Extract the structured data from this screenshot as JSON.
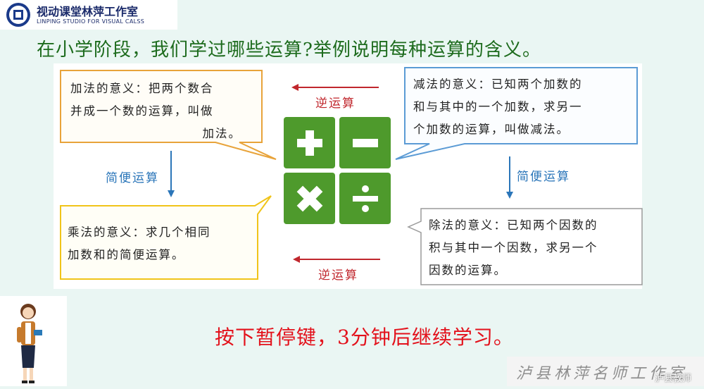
{
  "logo": {
    "title": "视动课堂林萍工作室",
    "subtitle": "LINPING STUDIO FOR VISUAL CALSS"
  },
  "question": "在小学阶段，我们学过哪些运算?举例说明每种运算的含义。",
  "boxes": {
    "addition": {
      "line1": "加法的意义：把两个数合",
      "line2": "并成一个数的运算，叫做",
      "line3": "加法。"
    },
    "subtraction": {
      "line1": "减法的意义：已知两个加数的",
      "line2": "和与其中的一个加数，求另一",
      "line3": "个加数的运算，叫做减法。"
    },
    "multiplication": {
      "line1": "乘法的意义：求几个相同",
      "line2": "加数和的简便运算。"
    },
    "division": {
      "line1": "除法的意义：已知两个因数的",
      "line2": "积与其中一个因数，求另一个",
      "line3": "因数的运算。"
    }
  },
  "labels": {
    "inverse_top": "逆运算",
    "inverse_bottom": "逆运算",
    "simple_left": "简便运算",
    "simple_right": "简便运算"
  },
  "calculator_icons": [
    "plus-icon",
    "minus-icon",
    "times-icon",
    "divide-icon"
  ],
  "colors": {
    "question": "#1d6b1d",
    "key_green": "#4e9a2c",
    "arrow_red": "#c0272d",
    "arrow_blue": "#2b76b9",
    "callout_orange": "#e8a33a",
    "callout_blue": "#5b9bd5",
    "callout_yellow": "#f0c419",
    "pause_red": "#e3111b"
  },
  "footer": {
    "pause_text": "按下暂停键，3分钟后继续学习。",
    "watermark": "泸县林萍名师工作室",
    "watermark_small": "泸县教师"
  }
}
